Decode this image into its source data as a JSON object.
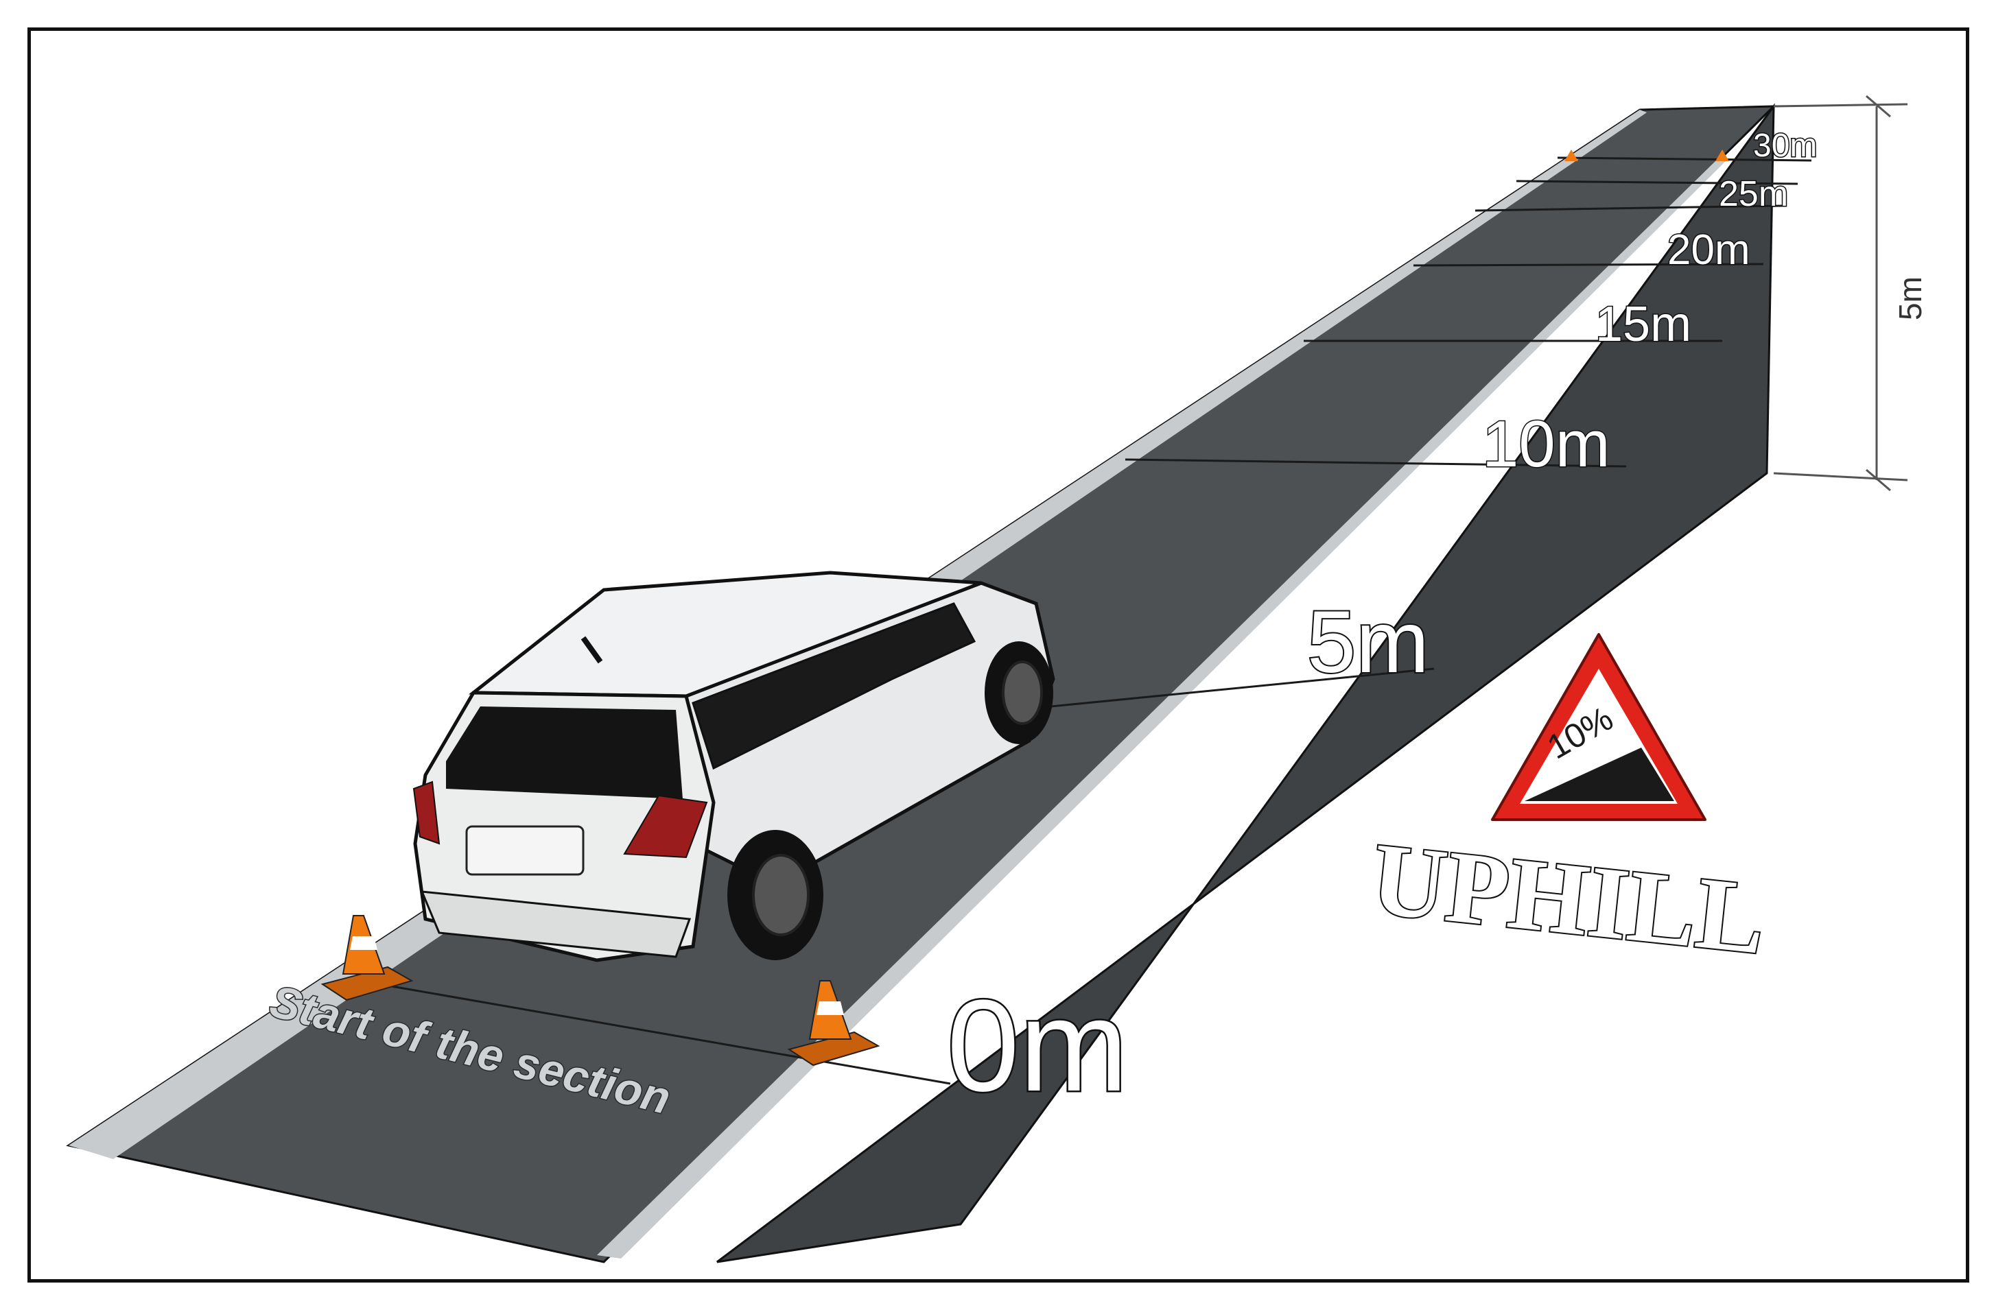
{
  "diagram": {
    "distance_labels": [
      "0m",
      "5m",
      "10m",
      "15m",
      "20m",
      "25m",
      "30m"
    ],
    "height_label": "5m",
    "start_label": "Start of the section",
    "sign": {
      "grade_text": "10%",
      "caption": "UPHILL",
      "border_color": "#e0241b"
    },
    "road_color": "#4d5153",
    "edge_line_color": "#c8cbcd",
    "cone_color": "#f07a12"
  }
}
